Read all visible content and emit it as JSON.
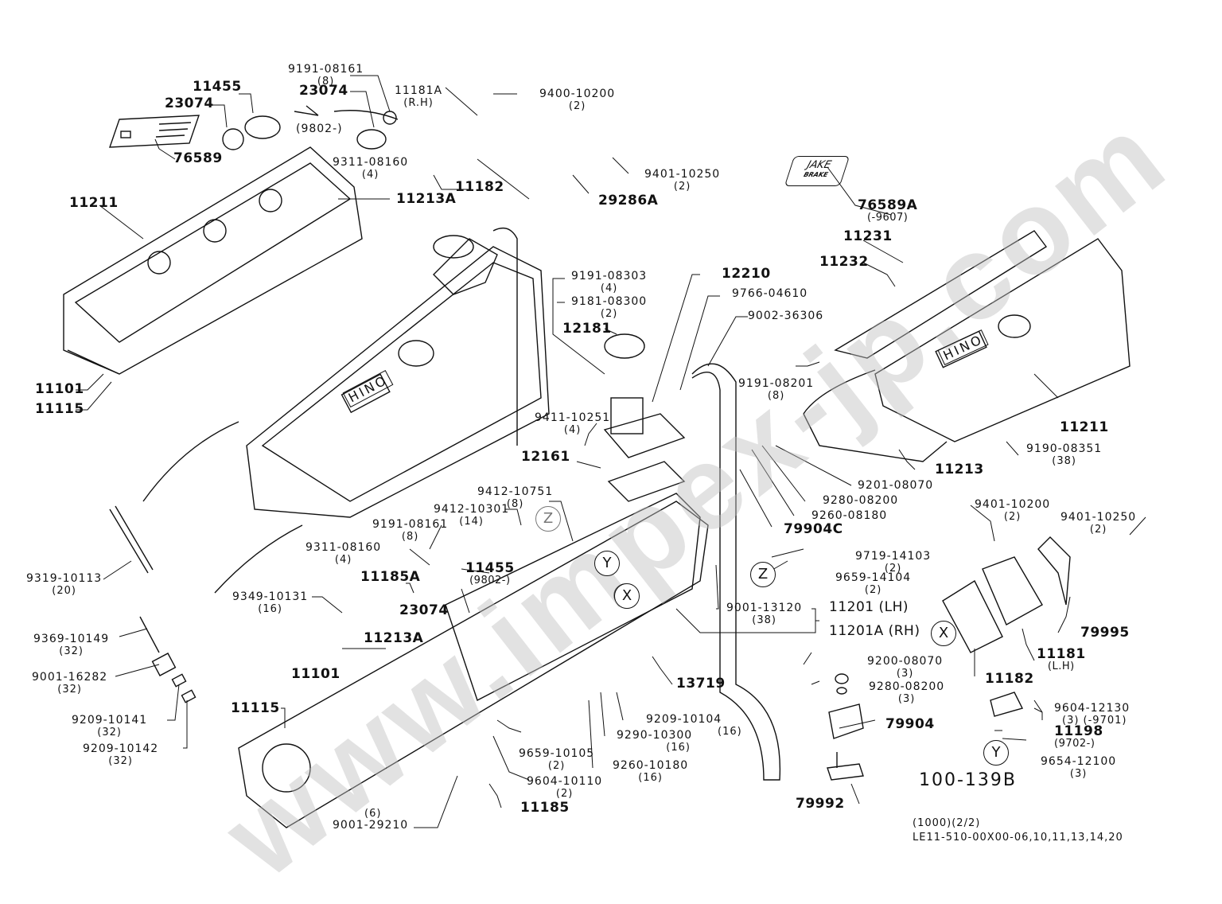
{
  "diagram": {
    "title_code": "100-139B",
    "footer_line1": "(1000)(2/2)",
    "footer_line2": "LE11-510-00X00-06,10,11,13,14,20",
    "watermark": "www.impex-jp.com",
    "badge": {
      "line1": "JAKE",
      "line2": "BRAKE"
    },
    "brand_text": "HINO",
    "callouts": {
      "x": "X",
      "y": "Y",
      "z": "Z"
    },
    "labels": [
      {
        "id": "11455-top",
        "part": "11455",
        "qty": ""
      },
      {
        "id": "23074-top-left",
        "part": "23074",
        "qty": ""
      },
      {
        "id": "76589",
        "part": "76589",
        "qty": ""
      },
      {
        "id": "9191-08161-top",
        "part": "9191-08161",
        "qty": "(8)"
      },
      {
        "id": "23074-top-right",
        "part": "23074",
        "qty": ""
      },
      {
        "id": "9802-note-top",
        "part": "(9802-)",
        "qty": ""
      },
      {
        "id": "9311-08160-top",
        "part": "9311-08160",
        "qty": "(4)"
      },
      {
        "id": "11181A",
        "part": "11181A",
        "qty": "(R.H)"
      },
      {
        "id": "9400-10200",
        "part": "9400-10200",
        "qty": "(2)"
      },
      {
        "id": "9401-10250-top",
        "part": "9401-10250",
        "qty": "(2)"
      },
      {
        "id": "11182-top",
        "part": "11182",
        "qty": ""
      },
      {
        "id": "29286A",
        "part": "29286A",
        "qty": ""
      },
      {
        "id": "11213A-top",
        "part": "11213A",
        "qty": ""
      },
      {
        "id": "11211-left",
        "part": "11211",
        "qty": ""
      },
      {
        "id": "11101-left",
        "part": "11101",
        "qty": ""
      },
      {
        "id": "11115-left",
        "part": "11115",
        "qty": ""
      },
      {
        "id": "76589A",
        "part": "76589A",
        "qty": "(-9607)"
      },
      {
        "id": "11231",
        "part": "11231",
        "qty": ""
      },
      {
        "id": "11232",
        "part": "11232",
        "qty": ""
      },
      {
        "id": "9191-08303",
        "part": "9191-08303",
        "qty": "(4)"
      },
      {
        "id": "9181-08300",
        "part": "9181-08300",
        "qty": "(2)"
      },
      {
        "id": "12210",
        "part": "12210",
        "qty": ""
      },
      {
        "id": "9766-04610",
        "part": "9766-04610",
        "qty": ""
      },
      {
        "id": "9002-36306",
        "part": "9002-36306",
        "qty": ""
      },
      {
        "id": "12181",
        "part": "12181",
        "qty": ""
      },
      {
        "id": "9411-10251",
        "part": "9411-10251",
        "qty": "(4)"
      },
      {
        "id": "12161",
        "part": "12161",
        "qty": ""
      },
      {
        "id": "9191-08201",
        "part": "9191-08201",
        "qty": "(8)"
      },
      {
        "id": "11211-right",
        "part": "11211",
        "qty": ""
      },
      {
        "id": "9190-08351",
        "part": "9190-08351",
        "qty": "(38)"
      },
      {
        "id": "11213",
        "part": "11213",
        "qty": ""
      },
      {
        "id": "9201-08070",
        "part": "9201-08070",
        "qty": ""
      },
      {
        "id": "9280-08200-mid",
        "part": "9280-08200",
        "qty": ""
      },
      {
        "id": "9260-08180",
        "part": "9260-08180",
        "qty": ""
      },
      {
        "id": "79904C",
        "part": "79904C",
        "qty": ""
      },
      {
        "id": "9412-10751",
        "part": "9412-10751",
        "qty": "(8)"
      },
      {
        "id": "9412-10301",
        "part": "9412-10301",
        "qty": "(14)"
      },
      {
        "id": "9191-08161-mid",
        "part": "9191-08161",
        "qty": "(8)"
      },
      {
        "id": "9311-08160-mid",
        "part": "9311-08160",
        "qty": "(4)"
      },
      {
        "id": "11455-mid",
        "part": "11455",
        "qty": "(9802-)"
      },
      {
        "id": "11185A",
        "part": "11185A",
        "qty": ""
      },
      {
        "id": "23074-mid",
        "part": "23074",
        "qty": ""
      },
      {
        "id": "9319-10113",
        "part": "9319-10113",
        "qty": "(20)"
      },
      {
        "id": "9349-10131",
        "part": "9349-10131",
        "qty": "(16)"
      },
      {
        "id": "11213A-mid",
        "part": "11213A",
        "qty": ""
      },
      {
        "id": "9369-10149",
        "part": "9369-10149",
        "qty": "(32)"
      },
      {
        "id": "9001-16282",
        "part": "9001-16282",
        "qty": "(32)"
      },
      {
        "id": "9209-10141",
        "part": "9209-10141",
        "qty": "(32)"
      },
      {
        "id": "9209-10142",
        "part": "9209-10142",
        "qty": "(32)"
      },
      {
        "id": "11101-mid",
        "part": "11101",
        "qty": ""
      },
      {
        "id": "11115-mid",
        "part": "11115",
        "qty": ""
      },
      {
        "id": "9719-14103",
        "part": "9719-14103",
        "qty": "(2)"
      },
      {
        "id": "9659-14104",
        "part": "9659-14104",
        "qty": "(2)"
      },
      {
        "id": "9001-13120",
        "part": "9001-13120",
        "qty": "(38)"
      },
      {
        "id": "11201",
        "part": "11201 (LH)",
        "qty": ""
      },
      {
        "id": "11201A",
        "part": "11201A (RH)",
        "qty": ""
      },
      {
        "id": "13719",
        "part": "13719",
        "qty": ""
      },
      {
        "id": "9209-10104",
        "part": "9209-10104",
        "qty": "(16)"
      },
      {
        "id": "9290-10300",
        "part": "9290-10300",
        "qty": "(16)"
      },
      {
        "id": "9260-10180",
        "part": "9260-10180",
        "qty": "(16)"
      },
      {
        "id": "9659-10105",
        "part": "9659-10105",
        "qty": "(2)"
      },
      {
        "id": "9604-10110",
        "part": "9604-10110",
        "qty": "(2)"
      },
      {
        "id": "11185",
        "part": "11185",
        "qty": ""
      },
      {
        "id": "9001-29210",
        "part": "9001-29210",
        "qty": "(6)"
      },
      {
        "id": "9401-10200",
        "part": "9401-10200",
        "qty": "(2)"
      },
      {
        "id": "9401-10250-right",
        "part": "9401-10250",
        "qty": "(2)"
      },
      {
        "id": "79995",
        "part": "79995",
        "qty": ""
      },
      {
        "id": "11181",
        "part": "11181",
        "qty": "(L.H)"
      },
      {
        "id": "11182-right",
        "part": "11182",
        "qty": ""
      },
      {
        "id": "9200-08070",
        "part": "9200-08070",
        "qty": "(3)"
      },
      {
        "id": "9280-08200-low",
        "part": "9280-08200",
        "qty": "(3)"
      },
      {
        "id": "79904",
        "part": "79904",
        "qty": ""
      },
      {
        "id": "79992",
        "part": "79992",
        "qty": ""
      },
      {
        "id": "9604-12130",
        "part": "9604-12130",
        "qty": "(3)  (-9701)"
      },
      {
        "id": "11198",
        "part": "11198",
        "qty": "(9702-)"
      },
      {
        "id": "9654-12100",
        "part": "9654-12100",
        "qty": "(3)"
      }
    ]
  }
}
